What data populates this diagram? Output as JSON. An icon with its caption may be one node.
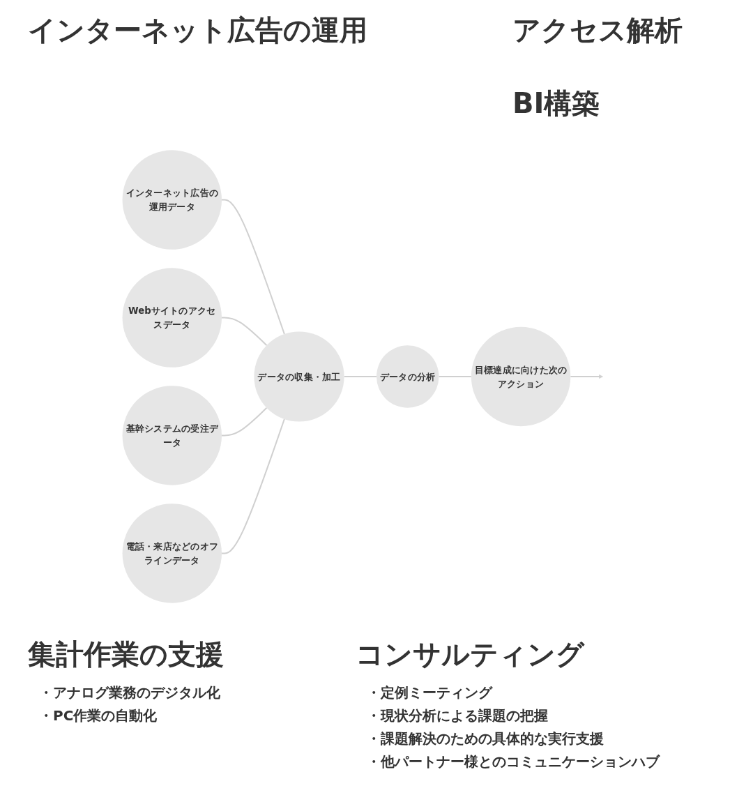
{
  "diagram": {
    "nodes": [
      {
        "text": [
          "インターネット広告の運用データ"
        ]
      },
      {
        "text": [
          "Webサイトのアクセスデータ"
        ]
      },
      {
        "text": [
          "基幹システムの受注データ"
        ]
      },
      {
        "text": [
          "電話・来店などのオフラインデータ"
        ]
      },
      {
        "text": [
          "データの収集・加工"
        ]
      },
      {
        "text": [
          "データの分析"
        ]
      },
      {
        "text": [
          "目標達成に向けた次のアクション"
        ]
      }
    ],
    "edges": [
      {
        "from": 0,
        "to": 4,
        "arrow": "none"
      },
      {
        "from": 1,
        "to": 4,
        "arrow": "none"
      },
      {
        "from": 2,
        "to": 4,
        "arrow": "none"
      },
      {
        "from": 3,
        "to": 4,
        "arrow": "none"
      },
      {
        "from": 4,
        "to": 5,
        "arrow": "none"
      },
      {
        "from": 5,
        "to": 6,
        "arrow": "none"
      },
      {
        "from": 6,
        "to": null,
        "arrow": "to"
      }
    ],
    "labels": [
      "インターネット広告の運用",
      "アクセス解析",
      "BI構築",
      "集計作業の支援",
      "・アナログ業務のデジタル化",
      "・PC作業の自動化",
      "コンサルティング",
      "・定例ミーティング",
      "・現状分析による課題の把握",
      "・課題解決のための具体的な実行支援",
      "・他パートナー様とのコミュニケーションハブ"
    ]
  }
}
